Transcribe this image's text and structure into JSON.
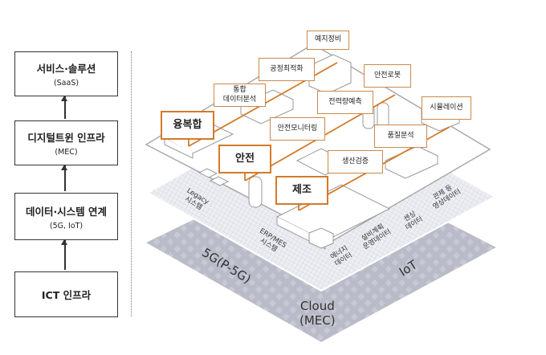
{
  "left_stack": [
    {
      "title": "서비스·솔루션",
      "sub": "(SaaS)"
    },
    {
      "title": "디지털트윈 인프라",
      "sub": "(MEC)"
    },
    {
      "title": "데이터·시스템 연계",
      "sub": "(5G, IoT)"
    },
    {
      "title": "ICT 인프라",
      "sub": ""
    }
  ],
  "main_categories": [
    "융복합",
    "안전",
    "제조"
  ],
  "services": {
    "s1": "예지정비",
    "s2": "공정최적화",
    "s3a": "통합",
    "s3b": "데이터분석",
    "s4": "안전로봇",
    "s5": "전력량예측",
    "s6": "안전모니터링",
    "s7": "시뮬레이션",
    "s8": "품질분석",
    "s9": "생산검증"
  },
  "data_layer": {
    "legacy_a": "Legacy",
    "legacy_b": "시스템",
    "erp_a": "ERP/MES",
    "erp_b": "시스템",
    "energy_a": "에너지",
    "energy_b": "데이터",
    "equip_a": "설비계획",
    "equip_b": "운영데이터",
    "sensing_a": "센싱",
    "sensing_b": "데이터",
    "video_a": "관제 등",
    "video_b": "영상데이터"
  },
  "infra_layer": {
    "network": "5G(P-5G)",
    "iot": "IoT",
    "cloud_a": "Cloud",
    "cloud_b": "(MEC)"
  },
  "colors": {
    "accent": "#d47a2a",
    "bottom_layer": "#b9bcc8",
    "mid_layer": "#e6e8ef"
  }
}
